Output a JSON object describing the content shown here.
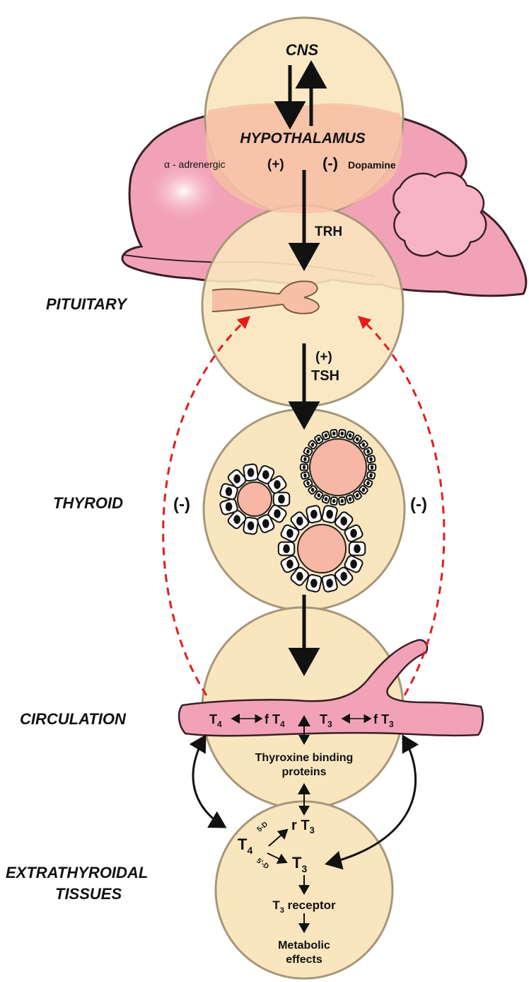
{
  "labels": {
    "cns": "CNS",
    "hypothalamus": "HYPOTHALAMUS",
    "alpha_adrenergic": "α - adrenergic",
    "plus_sign": "(+)",
    "minus_sign": "(-)",
    "dopamine": "Dopamine",
    "trh": "TRH",
    "pituitary": "PITUITARY",
    "tsh_plus": "(+)",
    "tsh": "TSH",
    "thyroid": "THYROID",
    "feedback_left": "(-)",
    "feedback_right": "(-)",
    "circulation": "CIRCULATION",
    "t4": "T",
    "t4_sub": "4",
    "ft4": "f T",
    "ft4_sub": "4",
    "t3": "T",
    "t3_sub": "3",
    "ft3": "f T",
    "ft3_sub": "3",
    "binding_line1": "Thyroxine binding",
    "binding_line2": "proteins",
    "extrathyroidal_line1": "EXTRATHYROIDAL",
    "extrathyroidal_line2": "TISSUES",
    "tissue_t4": "T",
    "tissue_t4_sub": "4",
    "deiodinase_upper": "5-D",
    "deiodinase_lower": "5'-D",
    "rt3": "r T",
    "rt3_sub": "3",
    "tissue_t3": "T",
    "tissue_t3_sub": "3",
    "receptor_t": "T",
    "receptor_sub": "3",
    "receptor_text": " receptor",
    "metabolic_line1": "Metabolic",
    "metabolic_line2": "effects"
  },
  "colors": {
    "circle_fill": "#f9e6bf",
    "circle_stroke": "#a7977a",
    "brain_pink": "#f2a2b7",
    "brain_stroke": "#3a1f28",
    "overlap": "#f7c0a6",
    "feedback_red": "#e41c1c",
    "arrow_black": "#111111"
  }
}
